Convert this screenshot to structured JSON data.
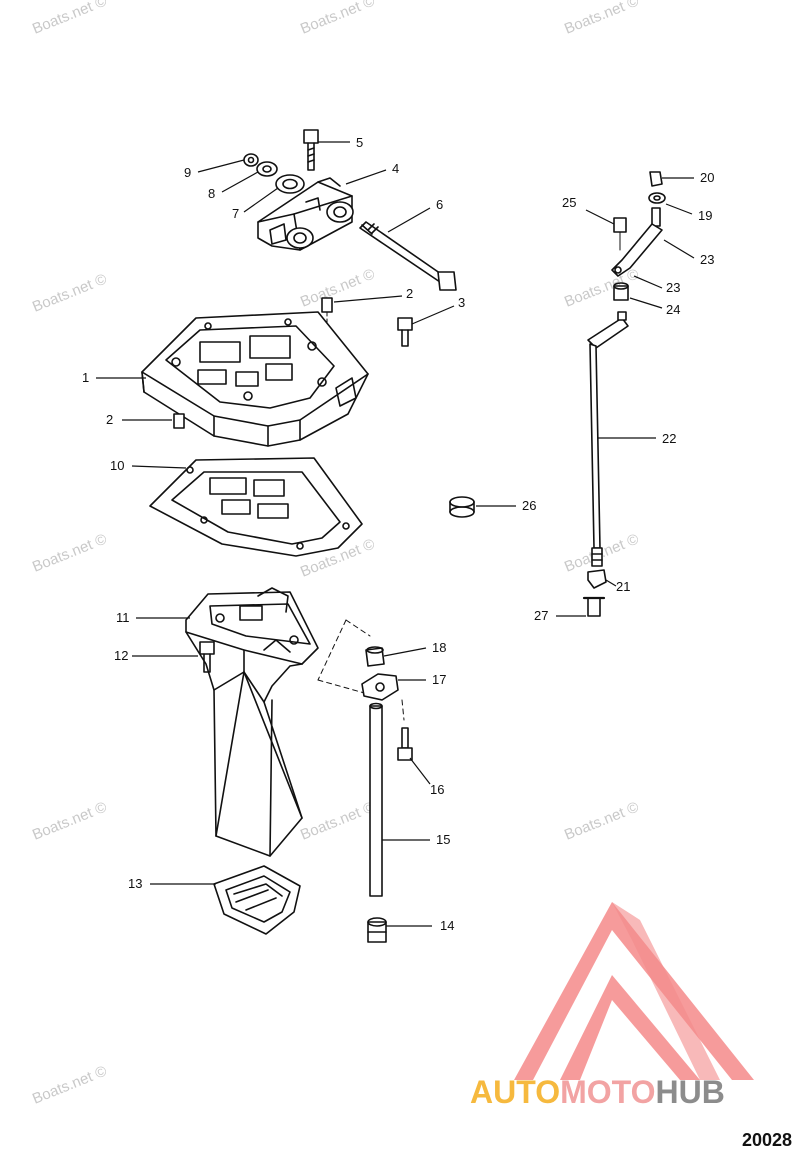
{
  "watermarks": [
    "Boats.net ©",
    "Boats.net ©",
    "Boats.net ©",
    "Boats.net ©",
    "Boats.net ©",
    "Boats.net ©",
    "Boats.net ©",
    "Boats.net ©",
    "Boats.net ©",
    "Boats.net ©",
    "Boats.net ©",
    "Boats.net ©",
    "Boats.net ©"
  ],
  "callouts": [
    "1",
    "2",
    "2",
    "3",
    "4",
    "5",
    "6",
    "7",
    "8",
    "9",
    "10",
    "11",
    "12",
    "13",
    "14",
    "15",
    "16",
    "17",
    "18",
    "19",
    "20",
    "21",
    "22",
    "23",
    "23",
    "24",
    "25",
    "26",
    "27"
  ],
  "logo": {
    "part1": "AUTO",
    "part2": "MOTO",
    "part3": "HUB",
    "colors": {
      "auto": "#f6b93e",
      "moto": "#f2a3a3",
      "hub": "#8c8c8c",
      "mark": "#f48a8a"
    }
  },
  "diagram_id": "20028"
}
